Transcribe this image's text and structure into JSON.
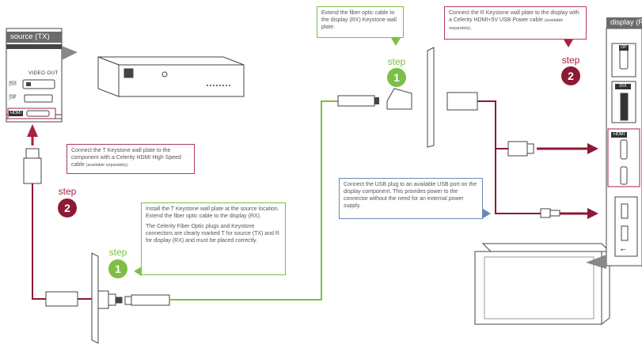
{
  "source_panel": {
    "title": "source (TX)",
    "video_out_label": "VIDEO OUT",
    "ports": [
      "DVI",
      "DP",
      "HDMI"
    ]
  },
  "display_panel": {
    "title": "display (RX)",
    "ports": [
      "DP",
      "DVI",
      "HDMI"
    ],
    "usb_symbol": "⭠"
  },
  "steps": {
    "source_1": {
      "label": "step",
      "number": "1",
      "text_1": "Install the T Keystone wall plate at the source location. Extend the fiber optic cable to the display (RX).",
      "text_2": "The Celerity Fiber Optic plugs and Keystone connectors  are clearly marked T for source (TX) and R for display (RX) and must be placed correctly."
    },
    "source_2": {
      "label": "step",
      "number": "2",
      "text": "Connect the T Keystone wall plate to the component with a Celerity HDMI High Speed cable",
      "note": "(available separately)."
    },
    "display_1": {
      "label": "step",
      "number": "1",
      "text": "Extend the fiber optic cable to the display (RX) Keystone wall plate."
    },
    "display_2": {
      "label": "step",
      "number": "2",
      "text": "Connect the R Keystone wall plate to the display with a Celerity HDMI+5V USB Power cable",
      "note": "(available separately)."
    },
    "usb_note": {
      "text": "Connect the USB plug to an available USB port on the display component. This provides power to the connector without the need for an external power supply."
    }
  },
  "colors": {
    "hdmi_cable": "#8b1a33",
    "fiber_cable": "#7dbf45",
    "panel_gray": "#6b6b6b",
    "arrow_red": "#a8213f",
    "usb_box_border": "#6e87b8"
  }
}
